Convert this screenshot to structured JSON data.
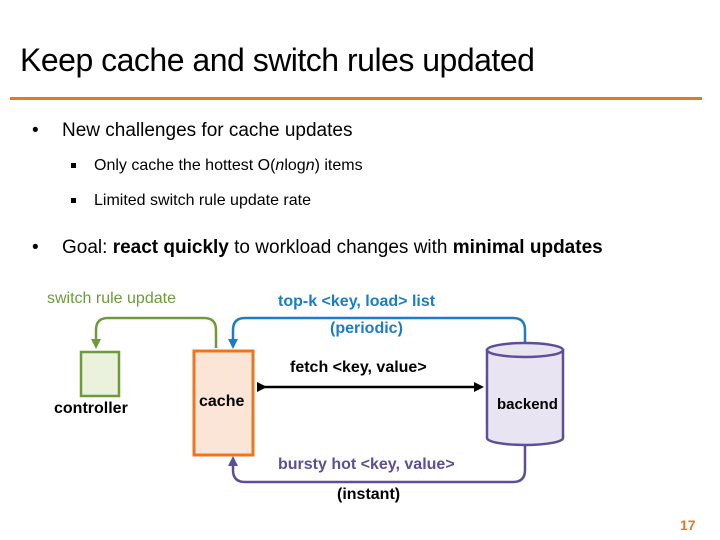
{
  "slide": {
    "title": "Keep cache and switch rules updated",
    "bullets": [
      {
        "text": "New challenges for cache updates",
        "sub": [
          {
            "pre": "Only cache the hottest O(",
            "italic1": "n",
            "mid": "log",
            "italic2": "n",
            "post": ") items"
          },
          {
            "text": "Limited switch rule update rate"
          }
        ]
      },
      {
        "pre": "Goal: ",
        "bold1": "react quickly",
        "mid": " to workload changes with ",
        "bold2": "minimal updates"
      }
    ],
    "bullet_symbol": "•",
    "page_number": "17"
  },
  "diagram": {
    "labels": {
      "switch_rule_update": "switch rule update",
      "topk_line1": "top-k <key, load> list",
      "topk_line2": "(periodic)",
      "fetch": "fetch <key, value>",
      "controller": "controller",
      "cache": "cache",
      "backend": "backend",
      "bursty_line1": "bursty hot <key, value>",
      "bursty_line2": "(instant)"
    },
    "colors": {
      "accent_orange": "#E87722",
      "green": "#6E9A3C",
      "blue": "#1D7CC2",
      "purple": "#5E4E93",
      "controller_fill": "#EAF1DD",
      "cache_fill": "#FBE5D6",
      "backend_fill": "#E9E4F1"
    }
  }
}
